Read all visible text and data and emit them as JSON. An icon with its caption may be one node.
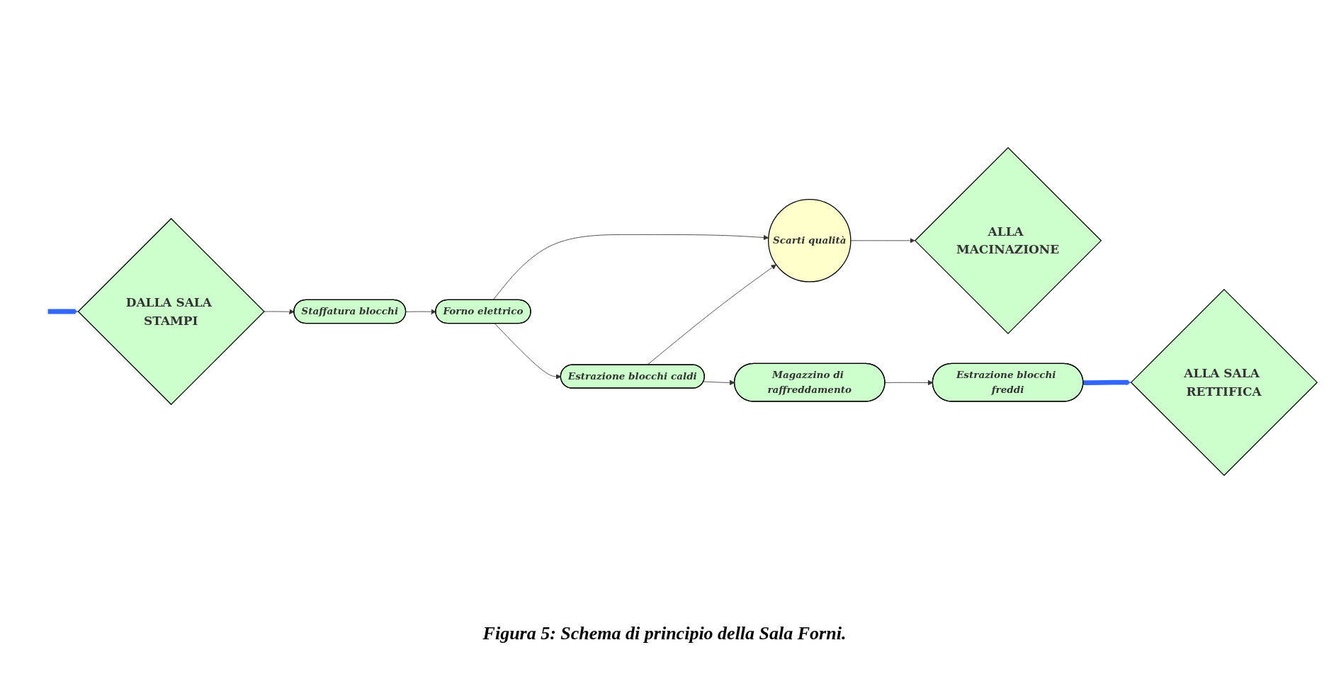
{
  "diagram": {
    "caption": "Figura 5: Schema di principio della Sala Forni.",
    "nodes": [
      {
        "text": [
          "DALLA SALA STAMPI"
        ]
      },
      {
        "text": [
          "Staffatura blocchi"
        ]
      },
      {
        "text": [
          "Forno elettrico"
        ]
      },
      {
        "text": [
          "Scarti qualità"
        ]
      },
      {
        "text": [
          "Estrazione blocchi caldi"
        ]
      },
      {
        "text": [
          "Magazzino di raffreddamento"
        ]
      },
      {
        "text": [
          "Estrazione blocchi freddi"
        ]
      },
      {
        "text": [
          "ALLA MACINAZIONE"
        ]
      },
      {
        "text": [
          "ALLA SALA RETTIFICA"
        ]
      }
    ],
    "edges": [
      {
        "from": null,
        "to": 0,
        "arrow": "to",
        "style": "thick",
        "color": "#3366ff"
      },
      {
        "from": 0,
        "to": 1,
        "arrow": "to"
      },
      {
        "from": 1,
        "to": 2,
        "arrow": "to"
      },
      {
        "from": 2,
        "to": 3,
        "arrow": "to"
      },
      {
        "from": 2,
        "to": 4,
        "arrow": "to"
      },
      {
        "from": 4,
        "to": 3,
        "arrow": "to"
      },
      {
        "from": 4,
        "to": 5,
        "arrow": "to"
      },
      {
        "from": 5,
        "to": 6,
        "arrow": "to"
      },
      {
        "from": 3,
        "to": 7,
        "arrow": "to"
      },
      {
        "from": 6,
        "to": 8,
        "arrow": "to",
        "style": "thick",
        "color": "#3366ff"
      }
    ]
  }
}
